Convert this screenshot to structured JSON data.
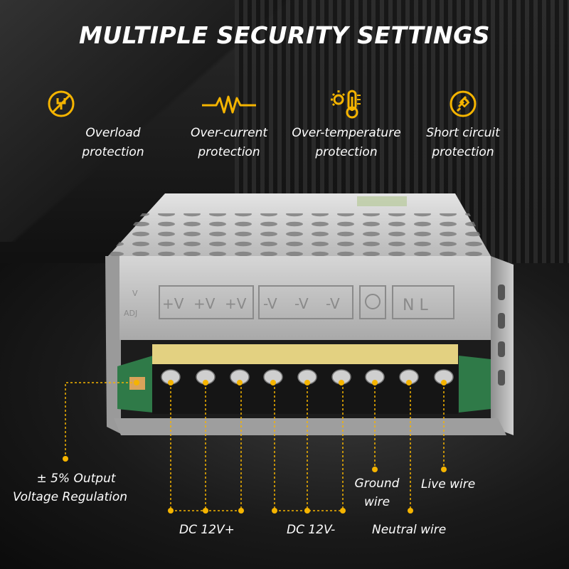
{
  "title": "MULTIPLE SECURITY SETTINGS",
  "features": [
    {
      "icon": "overload-icon",
      "line1": "Overload",
      "line2": "protection"
    },
    {
      "icon": "waveform-icon",
      "line1": "Over-current",
      "line2": "protection"
    },
    {
      "icon": "thermometer-icon",
      "line1": "Over-temperature",
      "line2": "protection"
    },
    {
      "icon": "short-circuit-icon",
      "line1": "Short circuit",
      "line2": "protection"
    }
  ],
  "panel_labels": {
    "adj_top": "V",
    "adj_bottom": "ADJ",
    "plus": [
      "+V",
      "+V",
      "+V"
    ],
    "minus": [
      "-V",
      "-V",
      "-V"
    ],
    "nl": "N L"
  },
  "callouts": {
    "regulation_line1": "± 5% Output",
    "regulation_line2": "Voltage Regulation",
    "dc_plus": "DC 12V+",
    "dc_minus": "DC 12V-",
    "ground_line1": "Ground",
    "ground_line2": "wire",
    "live": "Live wire",
    "neutral": "Neutral wire"
  },
  "colors": {
    "accent": "#f5b400",
    "background": "#151515",
    "case": "#c9c9c9"
  }
}
